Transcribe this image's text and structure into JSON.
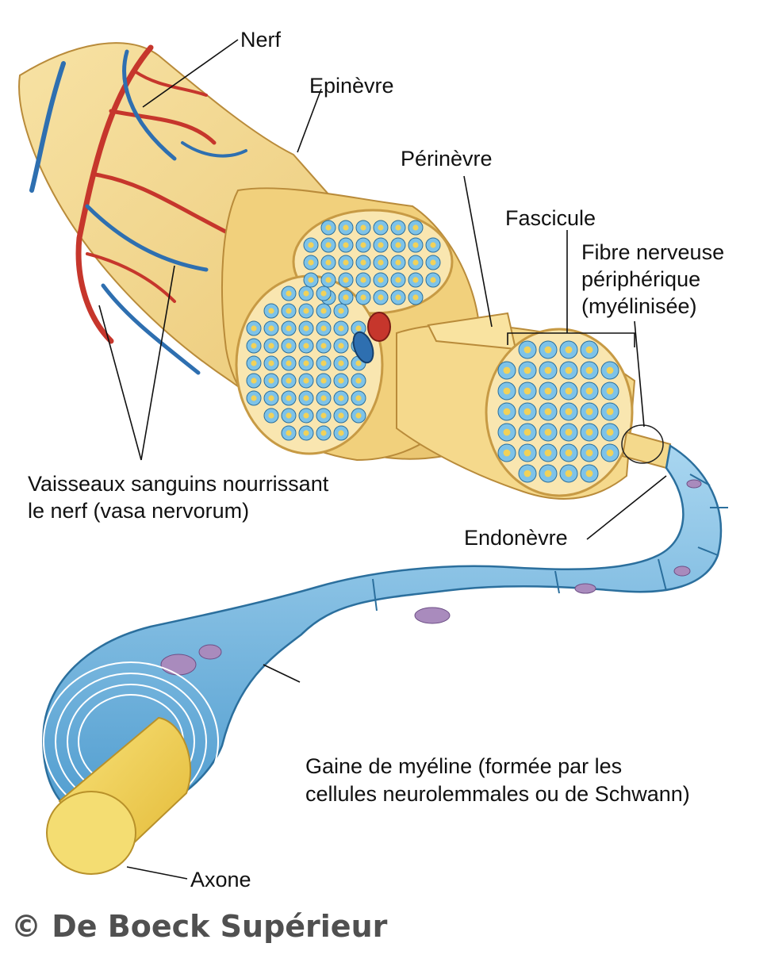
{
  "labels": {
    "nerf": "Nerf",
    "epinevre": "Epinèvre",
    "perinevre": "Périnèvre",
    "fascicule": "Fascicule",
    "fibre": [
      "Fibre nerveuse",
      "périphérique",
      "(myélinisée)"
    ],
    "vaisseaux": [
      "Vaisseaux sanguins nourrissant",
      "le nerf (vasa nervorum)"
    ],
    "endonevre": "Endonèvre",
    "gaine": [
      "Gaine de myéline (formée par les",
      "cellules neurolemmales ou de Schwann)"
    ],
    "axone": "Axone"
  },
  "copyright": "© De Boeck Supérieur",
  "colors": {
    "nerve_fill": "#f3d78c",
    "nerve_dark": "#d8ac52",
    "artery": "#c6362c",
    "vein": "#2e6fb0",
    "myelin": "#6fb6e0",
    "myelin_light": "#b7dcf1",
    "axon": "#f1d25a",
    "nucleus": "#a98bbd"
  }
}
